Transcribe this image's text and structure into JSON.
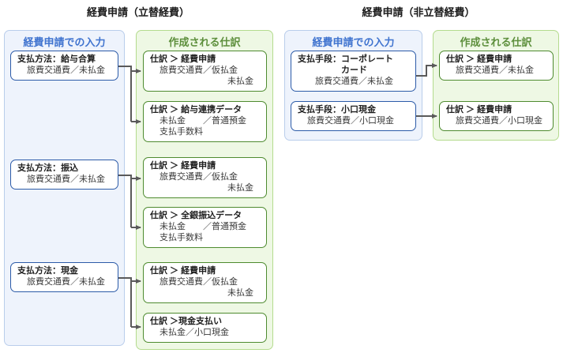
{
  "colors": {
    "blue_panel_bg": "#eef3fc",
    "blue_panel_border": "#b9cdeb",
    "blue_header_text": "#3f73cf",
    "green_panel_bg": "#eef8e4",
    "green_panel_border": "#b4db8e",
    "green_header_text": "#5d8f3c",
    "blue_node_border": "#2c5ba8",
    "green_node_border": "#4e8b2f",
    "connector": "#5a5a5a",
    "title_text": "#1a1a1a"
  },
  "diagrams": [
    {
      "id": "reimbursable",
      "title": "経費申請（立替経費）",
      "input_panel": {
        "header": "経費申請での入力"
      },
      "journal_panel": {
        "header": "作成される仕訳"
      },
      "inputs": [
        {
          "title": "支払方法：給与合算",
          "lines": [
            "旅費交通費／未払金"
          ]
        },
        {
          "title": "支払方法：振込",
          "lines": [
            "旅費交通費／未払金"
          ]
        },
        {
          "title": "支払方法：現金",
          "lines": [
            "旅費交通費／未払金"
          ]
        }
      ],
      "journals": [
        {
          "title": "仕訳 ＞ 経費申請",
          "lines": [
            "旅費交通費／仮払金",
            "未払金"
          ]
        },
        {
          "title": "仕訳 ＞ 給与連携データ",
          "lines": [
            "未払金　　／普通預金",
            "支払手数料"
          ]
        },
        {
          "title": "仕訳 ＞ 経費申請",
          "lines": [
            "旅費交通費／仮払金",
            "未払金"
          ]
        },
        {
          "title": "仕訳 ＞ 全銀振込データ",
          "lines": [
            "未払金　　／普通預金",
            "支払手数料"
          ]
        },
        {
          "title": "仕訳 ＞ 経費申請",
          "lines": [
            "旅費交通費／仮払金",
            "未払金"
          ]
        },
        {
          "title": "仕訳 ＞現金支払い",
          "lines": [
            "未払金／小口現金"
          ]
        }
      ]
    },
    {
      "id": "non-reimbursable",
      "title": "経費申請（非立替経費）",
      "input_panel": {
        "header": "経費申請での入力"
      },
      "journal_panel": {
        "header": "作成される仕訳"
      },
      "inputs": [
        {
          "title": "支払手段：コーポレート",
          "title2": "カード",
          "lines": [
            "旅費交通費／未払金"
          ]
        },
        {
          "title": "支払手段：小口現金",
          "lines": [
            "旅費交通費／小口現金"
          ]
        }
      ],
      "journals": [
        {
          "title": "仕訳 ＞ 経費申請",
          "lines": [
            "旅費交通費／未払金"
          ]
        },
        {
          "title": "仕訳 ＞ 経費申請",
          "lines": [
            "旅費交通費／小口現金"
          ]
        }
      ]
    }
  ]
}
